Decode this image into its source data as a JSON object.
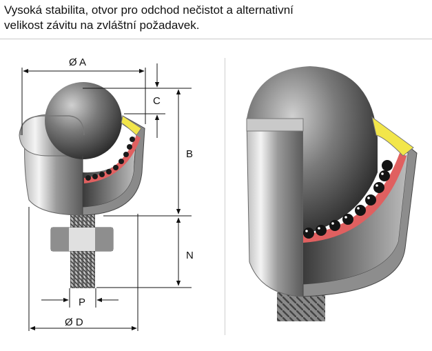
{
  "header": {
    "line1": "Vysoká stabilita, otvor pro odchod nečistot a alternativní",
    "line2": "velikost závitu na zvláštní požadavek."
  },
  "dimensions": {
    "A": "Ø A",
    "B": "B",
    "C": "C",
    "N": "N",
    "P": "P",
    "D": "Ø D"
  },
  "colors": {
    "steel_light": "#d9d9d9",
    "steel_dark": "#4a4a4a",
    "ball": "#6a6a6a",
    "seal_yellow": "#f2e64a",
    "seal_red": "#e06060",
    "line": "#111111"
  }
}
